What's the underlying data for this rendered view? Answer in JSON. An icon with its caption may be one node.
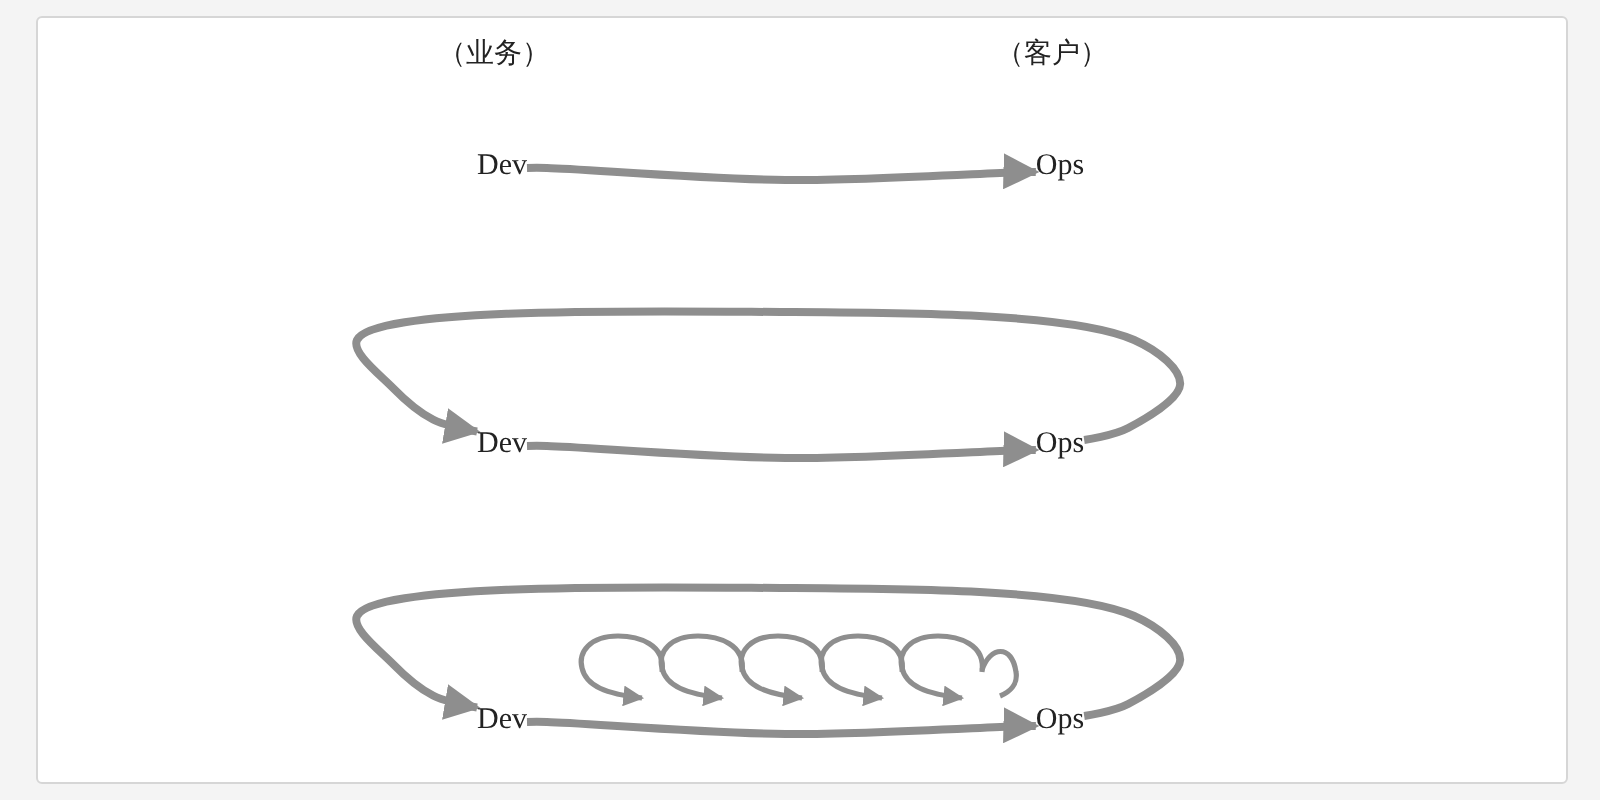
{
  "diagram": {
    "nodes": [
      {
        "text": [
          "Dev"
        ]
      },
      {
        "text": [
          "Ops"
        ]
      },
      {
        "text": [
          "Dev"
        ]
      },
      {
        "text": [
          "Ops"
        ]
      },
      {
        "text": [
          "Dev"
        ]
      },
      {
        "text": [
          "Ops"
        ]
      }
    ],
    "edges": [
      {
        "from": 0,
        "to": 1,
        "arrow": "to"
      },
      {
        "from": 3,
        "to": 2,
        "arrow": "to"
      },
      {
        "from": 2,
        "to": 3,
        "arrow": "to"
      },
      {
        "from": 5,
        "to": 4,
        "arrow": "to"
      },
      {
        "from": 4,
        "to": 5,
        "arrow": "to"
      }
    ],
    "labels": [
      "（业务）",
      "（客户）"
    ]
  }
}
